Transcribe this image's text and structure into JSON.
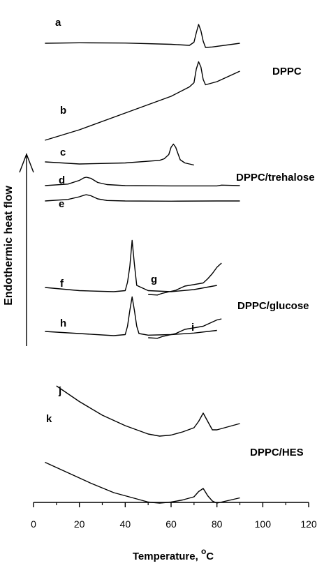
{
  "chart_data": {
    "type": "line",
    "title": "",
    "xlabel": "Temperature, °C",
    "xlabel_text": "Temperature, ",
    "xlabel_sup": "o",
    "xlabel_unit": "C",
    "ylabel": "Endothermic heat flow",
    "xlim": [
      0,
      120
    ],
    "xticks": [
      0,
      20,
      40,
      60,
      80,
      100,
      120
    ],
    "grid": false,
    "groups": [
      {
        "name": "DPPC",
        "curves": [
          "a",
          "b"
        ]
      },
      {
        "name": "DPPC/trehalose",
        "curves": [
          "c",
          "d",
          "e"
        ]
      },
      {
        "name": "DPPC/glucose",
        "curves": [
          "f",
          "g",
          "h",
          "i"
        ]
      },
      {
        "name": "DPPC/HES",
        "curves": [
          "j",
          "k"
        ]
      }
    ],
    "series": [
      {
        "name": "a",
        "x": [
          5,
          20,
          40,
          60,
          68,
          70,
          71,
          72,
          73,
          74,
          75,
          78,
          90
        ],
        "y": [
          0,
          0.5,
          0.2,
          -1,
          -2,
          1,
          10,
          18,
          12,
          2,
          -4,
          -3.5,
          0
        ]
      },
      {
        "name": "b",
        "x": [
          5,
          20,
          40,
          60,
          68,
          70,
          71,
          72,
          73,
          74,
          75,
          80,
          90
        ],
        "y": [
          0,
          10,
          26,
          42,
          51,
          55,
          68,
          75,
          70,
          58,
          53,
          56,
          66
        ]
      },
      {
        "name": "c",
        "x": [
          5,
          20,
          40,
          55,
          57,
          59,
          60,
          61,
          62,
          63,
          64,
          66,
          70
        ],
        "y": [
          0,
          -2,
          -1,
          1.5,
          3,
          7,
          14,
          17,
          14,
          8,
          2,
          -1,
          -3
        ]
      },
      {
        "name": "d",
        "x": [
          5,
          15,
          20,
          22,
          23,
          25,
          28,
          32,
          40,
          60,
          80,
          82,
          90
        ],
        "y": [
          0,
          1.5,
          5,
          7.5,
          8,
          7,
          3,
          1,
          0,
          -0.3,
          -0.3,
          0.5,
          0
        ]
      },
      {
        "name": "e",
        "x": [
          5,
          15,
          20,
          22,
          23,
          25,
          28,
          32,
          40,
          60,
          80,
          90
        ],
        "y": [
          0,
          1.5,
          4,
          5.5,
          6,
          5,
          2,
          0.5,
          0,
          -0.2,
          0,
          0
        ]
      },
      {
        "name": "f",
        "x": [
          5,
          20,
          35,
          40,
          41,
          42,
          43,
          44,
          45,
          50,
          60,
          70,
          80
        ],
        "y": [
          0,
          -3,
          -4,
          -3,
          5,
          20,
          45,
          22,
          2,
          -3,
          -4,
          -2,
          2
        ]
      },
      {
        "name": "g",
        "x": [
          50,
          54,
          56,
          58,
          60,
          62,
          64,
          66,
          70,
          74,
          76,
          78,
          80,
          82
        ],
        "y": [
          0,
          -0.5,
          1,
          2,
          3,
          4,
          6,
          8,
          9.5,
          11,
          15,
          20,
          26,
          30
        ]
      },
      {
        "name": "h",
        "x": [
          5,
          20,
          35,
          40,
          41,
          42,
          43,
          44,
          45,
          46,
          50,
          60,
          70,
          80
        ],
        "y": [
          0,
          -2,
          -4,
          -3,
          5,
          20,
          33,
          20,
          5,
          -2,
          -3.5,
          -3,
          -1.5,
          1
        ]
      },
      {
        "name": "i",
        "x": [
          50,
          54,
          56,
          58,
          60,
          62,
          64,
          66,
          70,
          74,
          76,
          78,
          80,
          82
        ],
        "y": [
          0,
          -0.5,
          1,
          2,
          3,
          4,
          6,
          8,
          9.5,
          11,
          13,
          15,
          17,
          18
        ]
      },
      {
        "name": "j",
        "x": [
          10,
          20,
          30,
          40,
          50,
          55,
          60,
          65,
          70,
          72,
          74,
          76,
          78,
          80,
          90
        ],
        "y": [
          58,
          43,
          30,
          20,
          12,
          10,
          11,
          14,
          18,
          24,
          32,
          24,
          16,
          16,
          22
        ]
      },
      {
        "name": "k",
        "x": [
          5,
          15,
          25,
          35,
          45,
          50,
          55,
          60,
          65,
          70,
          72,
          74,
          76,
          78,
          80,
          90
        ],
        "y": [
          55,
          45,
          35,
          26,
          20,
          17,
          16,
          17,
          19,
          22,
          27,
          30,
          23,
          18,
          16,
          21
        ]
      }
    ]
  }
}
